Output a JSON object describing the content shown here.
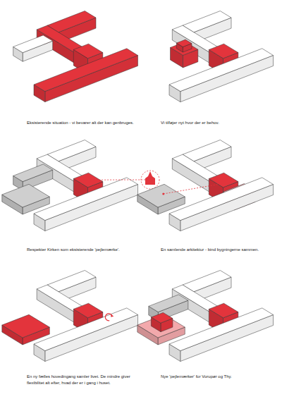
{
  "diagram": {
    "labels": [
      "Eksisterende situation - vi bevarer alt der kan genbruges.",
      "Vi tilføjer nyt hvor der er behov.",
      "Respekter Kirken som eksisterende 'pejlemærke'.",
      "En samlende arkitektur - bind bygningerne sammen.",
      "En ny fælles hovedingang samler livet. De mindre giver flexibilitet alt efter, hvad der er i gang i huset.",
      "Nye 'pejlemærker' for Vorupør og Thy."
    ]
  }
}
